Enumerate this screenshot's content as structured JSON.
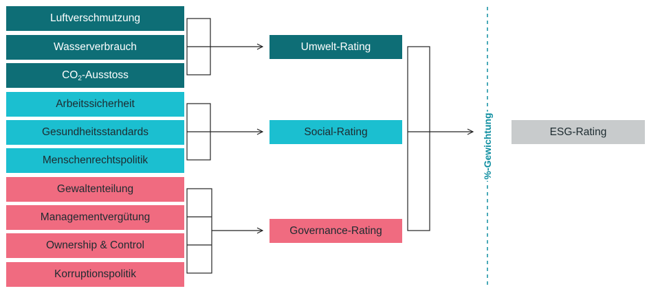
{
  "environment": {
    "items": [
      "Luftverschmutzung",
      "Wasserverbrauch",
      "CO₂-Ausstoss"
    ],
    "rating": "Umwelt-Rating",
    "color": "#0e6e76"
  },
  "social": {
    "items": [
      "Arbeitssicherheit",
      "Gesundheitsstandards",
      "Menschenrechtspolitik"
    ],
    "rating": "Social-Rating",
    "color": "#1bbfd0"
  },
  "governance": {
    "items": [
      "Gewaltenteilung",
      "Managementvergütung",
      "Ownership & Control",
      "Korruptionspolitik"
    ],
    "rating": "Governance-Rating",
    "color": "#f06b80"
  },
  "weighting_label": "%-Gewichtung",
  "final_rating": "ESG-Rating",
  "final_color": "#c8cbcc"
}
